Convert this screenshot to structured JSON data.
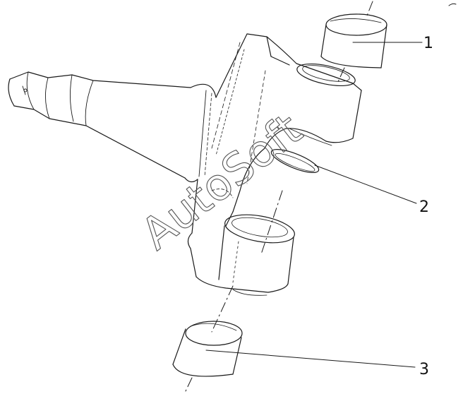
{
  "diagram": {
    "callouts": [
      {
        "label": "1"
      },
      {
        "label": "2"
      },
      {
        "label": "3"
      }
    ],
    "watermark": "AutoSoft"
  }
}
